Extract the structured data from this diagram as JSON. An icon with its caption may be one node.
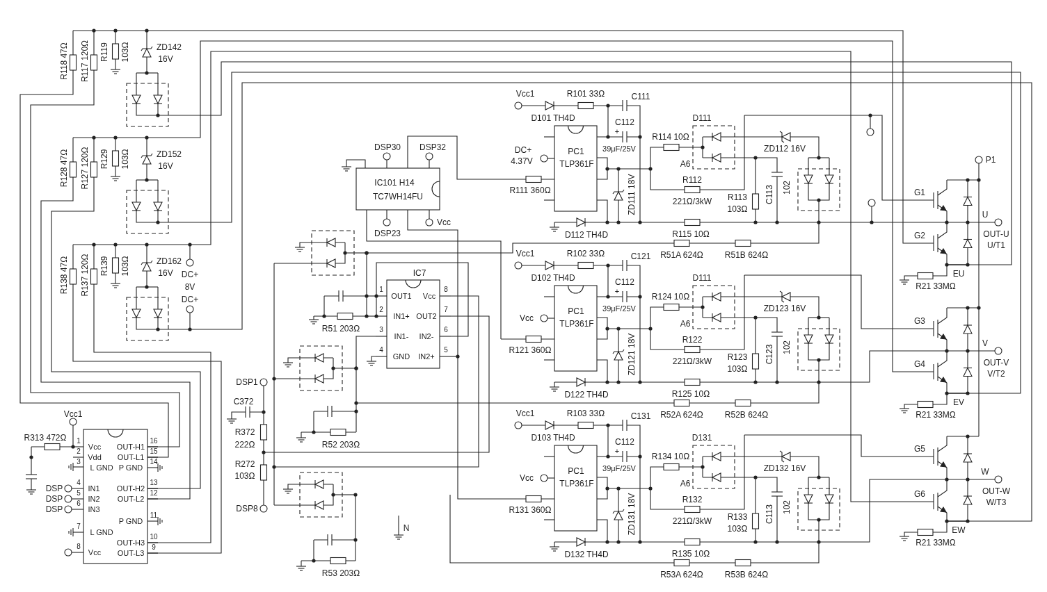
{
  "diagram": {
    "labels": [
      "R118 47Ω",
      "R117 120Ω",
      "R119",
      "103Ω",
      "ZD142",
      "16V",
      "R128 47Ω",
      "R127 120Ω",
      "R129",
      "103Ω",
      "ZD152",
      "16V",
      "R138 47Ω",
      "R137 120Ω",
      "R139",
      "103Ω",
      "ZD162",
      "16V",
      "DC+",
      "8V",
      "DC+",
      "DSP30",
      "DSP32",
      "IC101 H14",
      "TC7WH14FU",
      "DSP23",
      "Vcc",
      "IC7",
      "1",
      "OUT1",
      "Vcc",
      "8",
      "2",
      "IN1+",
      "OUT2",
      "7",
      "3",
      "IN1-",
      "IN2-",
      "6",
      "4",
      "GND",
      "IN2+",
      "5",
      "R51 203Ω",
      "R52 203Ω",
      "R53 203Ω",
      "N",
      "DSP1",
      "C372",
      "R372",
      "222Ω",
      "R272",
      "103Ω",
      "DSP8",
      "Vcc1",
      "R313 472Ω",
      "1",
      "Vcc",
      "OUT-H1",
      "16",
      "2",
      "Vdd",
      "OUT-L1",
      "15",
      "3",
      "L GND",
      "P GND",
      "14",
      "DSP",
      "4",
      "IN1",
      "OUT-H2",
      "13",
      "DSP",
      "5",
      "IN2",
      "OUT-L2",
      "12",
      "DSP",
      "6",
      "IN3",
      "P GND",
      "11",
      "7",
      "L GND",
      "10",
      "OUT-H3",
      "8",
      "Vcc",
      "OUT-L3",
      "9",
      "Vcc1",
      "R101 33Ω",
      "C111",
      "D101 TH4D",
      "C112",
      "+",
      "DC+",
      "4.37V",
      "PC1",
      "TLP361F",
      "39μF/25V",
      "R114 10Ω",
      "D111",
      "A6",
      "ZD112 16V",
      "ZD111 18V",
      "R112",
      "221Ω/3kW",
      "R113",
      "103Ω",
      "C113",
      "102",
      "R111 360Ω",
      "D112 TH4D",
      "R115 10Ω",
      "Vcc1",
      "R102 33Ω",
      "C121",
      "R51A 624Ω",
      "R51B 624Ω",
      "D102 TH4D",
      "C112",
      "+",
      "Vcc",
      "PC1",
      "TLP361F",
      "39μF/25V",
      "R124 10Ω",
      "D111",
      "A6",
      "ZD123 16V",
      "ZD121 18V",
      "R122",
      "221Ω/3kW",
      "R123",
      "103Ω",
      "C123",
      "102",
      "R121 360Ω",
      "D122 TH4D",
      "R125 10Ω",
      "Vcc1",
      "R103 33Ω",
      "C131",
      "R52A 624Ω",
      "R52B 624Ω",
      "D103 TH4D",
      "C112",
      "+",
      "Vcc",
      "PC1",
      "TLP361F",
      "39μF/25V",
      "R134 10Ω",
      "D131",
      "A6",
      "ZD132 16V",
      "ZD131 18V",
      "R132",
      "221Ω/3kW",
      "R133",
      "103Ω",
      "C113",
      "102",
      "R131 360Ω",
      "D132 TH4D",
      "R135 10Ω",
      "R53A 624Ω",
      "R53B 624Ω",
      "P1",
      "G1",
      "U",
      "G2",
      "OUT-U",
      "U/T1",
      "EU",
      "R21 33MΩ",
      "G3",
      "V",
      "G4",
      "OUT-V",
      "V/T2",
      "EV",
      "R21 33MΩ",
      "G5",
      "W",
      "G6",
      "OUT-W",
      "W/T3",
      "EW",
      "R21 33MΩ"
    ]
  }
}
